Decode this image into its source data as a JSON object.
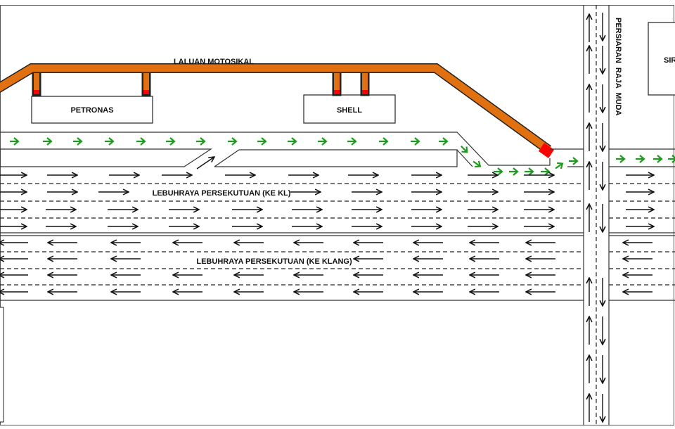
{
  "labels": {
    "motorcycle_lane": "LALUAN MOTOSIKAL",
    "petronas": "PETRONAS",
    "shell": "SHELL",
    "sir_partial": "SIR",
    "highway_kl": "LEBUHRAYA PERSEKUTUAN (KE KL)",
    "highway_klang": "LEBUHRAYA PERSEKUTUAN (KE KLANG)",
    "cross_road": "PERSIARAN  RAJA  MUDA"
  },
  "colors": {
    "motorcycle_lane": "#E07010",
    "lane_access": "#FF0000",
    "flow_arrow": "#1E9A1E",
    "traffic_arrow": "#111111"
  }
}
